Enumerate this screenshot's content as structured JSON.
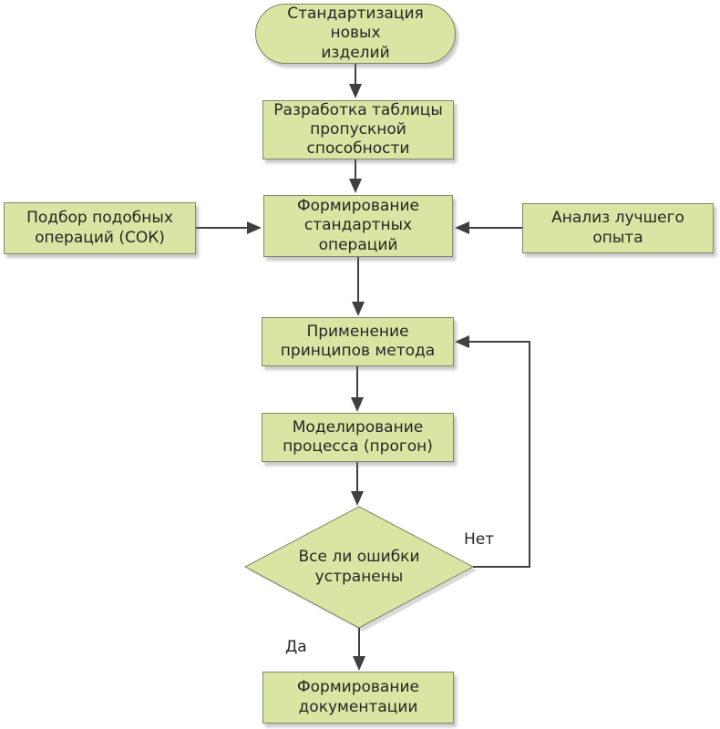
{
  "diagram": {
    "type": "flowchart",
    "language": "ru",
    "nodes": {
      "start": {
        "shape": "terminator",
        "label": "Стандартизация новых\nизделий"
      },
      "table": {
        "shape": "process",
        "label": "Разработка таблицы\nпропускной\nспособности"
      },
      "select": {
        "shape": "process",
        "label": "Подбор подобных\nопераций (СОК)"
      },
      "form": {
        "shape": "process",
        "label": "Формирование\nстандартных\nопераций"
      },
      "best": {
        "shape": "process",
        "label": "Анализ лучшего\nопыта"
      },
      "apply": {
        "shape": "process",
        "label": "Применение\nпринципов метода"
      },
      "model": {
        "shape": "process",
        "label": "Моделирование\nпроцесса (прогон)"
      },
      "decision": {
        "shape": "decision",
        "label": "Все ли ошибки\nустранены"
      },
      "docs": {
        "shape": "process",
        "label": "Формирование\nдокументации"
      }
    },
    "edge_labels": {
      "no": "Нет",
      "yes": "Да"
    },
    "colors": {
      "node_fill": "#d9e5a3",
      "node_border": "#85856a",
      "line": "#404040",
      "text": "#262626",
      "background": "#ffffff",
      "shadow": "#bcbcbc"
    }
  }
}
